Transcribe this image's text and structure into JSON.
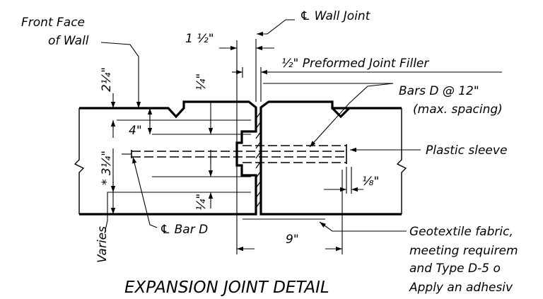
{
  "diagram": {
    "title": "EXPANSION JOINT DETAIL",
    "labels": {
      "front_face_line1": "Front Face",
      "front_face_line2": "of Wall",
      "wall_joint": "℄ Wall Joint",
      "dim_1_half": "1 ½\"",
      "joint_filler": "½\" Preformed Joint Filler",
      "bars_line1": "Bars D @ 12\"",
      "bars_line2": "(max. spacing)",
      "plastic_sleeve": "Plastic sleeve",
      "dim_2_quarter": "2¼\"",
      "dim_quarter_top": "¼\"",
      "dim_4": "4\"",
      "dim_3_quarter": "* 3¼\"",
      "dim_quarter_bottom": "¼\"",
      "dim_eighth": "⅛\"",
      "varies": "Varies",
      "bar_d": "℄ Bar D",
      "dim_9": "9\"",
      "geotextile_line1": "Geotextile fabric,",
      "geotextile_line2": "meeting requirem",
      "geotextile_line3": "and Type D-5 o",
      "geotextile_line4": "Apply an adhesiv"
    }
  }
}
